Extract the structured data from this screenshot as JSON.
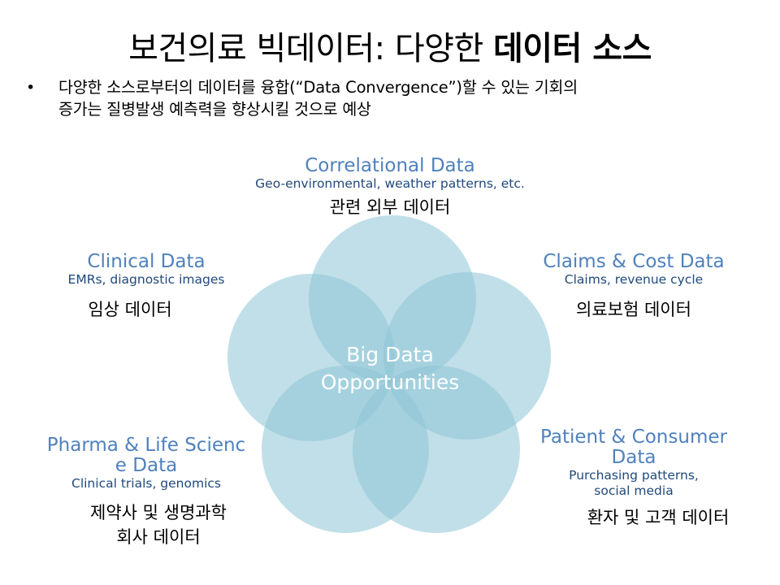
{
  "slide": {
    "title_regular": "보건의료 빅데이터: 다양한 ",
    "title_bold": "데이터 소스",
    "bullet_marker": "•",
    "bullet_line1": "다양한 소스로부터의 데이터를 융합(“Data Convergence”)할 수 있는 기회의",
    "bullet_line2": "증가는 질병발생 예측력을 향상시킬 것으로 예상"
  },
  "diagram": {
    "center_line1": "Big Data",
    "center_line2": "Opportunities",
    "nodes": [
      {
        "heading": "Correlational Data",
        "sub": "Geo-environmental, weather patterns, etc.",
        "korean": "관련 외부 데이터"
      },
      {
        "heading": "Clinical Data",
        "sub": "EMRs, diagnostic images",
        "korean": "임상 데이터"
      },
      {
        "heading": "Claims & Cost Data",
        "sub": "Claims, revenue cycle",
        "korean": "의료보험 데이터"
      },
      {
        "heading_line1": "Pharma & Life Scienc",
        "heading_line2": "e Data",
        "sub": "Clinical trials, genomics",
        "korean_line1": "제약사 및 생명과학",
        "korean_line2": "회사 데이터"
      },
      {
        "heading_line1": "Patient & Consumer",
        "heading_line2": "Data",
        "sub_line1": "Purchasing patterns,",
        "sub_line2": "social media",
        "korean": "환자 및 고객 데이터"
      }
    ],
    "colors": {
      "petal": "#8ec4d6",
      "heading": "#4f81bd",
      "sub": "#1f497d",
      "center_text": "#ffffff"
    }
  }
}
